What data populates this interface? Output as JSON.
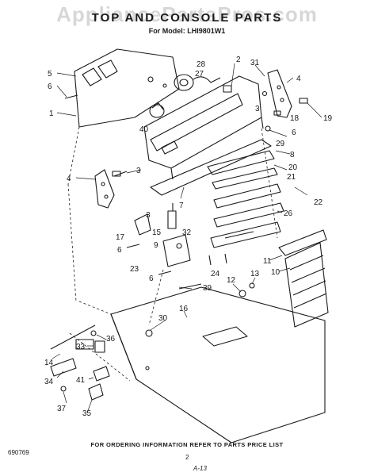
{
  "watermark": "AppliancePartsPros.com",
  "header": {
    "title": "TOP AND CONSOLE PARTS",
    "model_line": "For Model: LHI9801W1"
  },
  "footer": {
    "ordering_note": "FOR ORDERING INFORMATION REFER TO PARTS PRICE LIST",
    "doc_number": "690769",
    "page_number": "2",
    "handwritten_mark": "A-13"
  },
  "callouts": [
    "1",
    "2",
    "3",
    "3",
    "3",
    "4",
    "4",
    "5",
    "6",
    "6",
    "6",
    "6",
    "7",
    "8",
    "9",
    "10",
    "11",
    "12",
    "13",
    "14",
    "15",
    "16",
    "17",
    "18",
    "19",
    "20",
    "21",
    "22",
    "23",
    "24",
    "26",
    "27",
    "28",
    "29",
    "30",
    "31",
    "32",
    "33",
    "34",
    "35",
    "36",
    "37",
    "39",
    "40",
    "41"
  ],
  "colors": {
    "ink": "#1a1a1a",
    "paper": "#ffffff",
    "watermark": "#969696"
  }
}
